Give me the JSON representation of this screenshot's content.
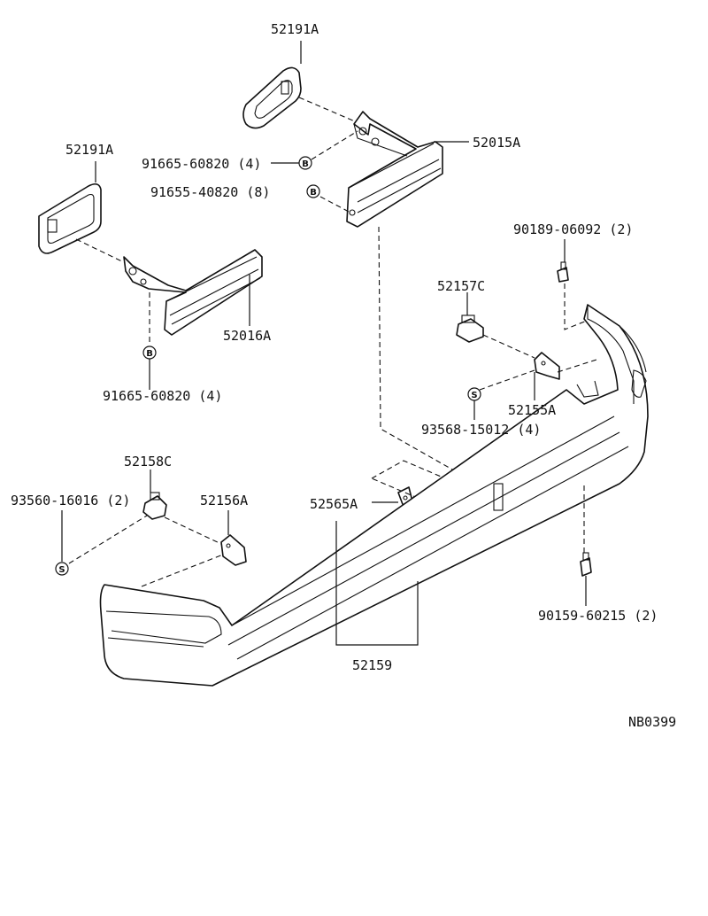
{
  "labels": {
    "pad_top": "52191A",
    "pad_left": "52191A",
    "retainer_right": "52015A",
    "retainer_left": "52016A",
    "bolt_top_a": "91665-60820 (4)",
    "bolt_top_b": "91655-40820 (8)",
    "bolt_left": "91665-60820 (4)",
    "screw_right": "90189-06092 (2)",
    "support_right_clip": "52157C",
    "support_right": "52155A",
    "screw_s_right": "93568-15012 (4)",
    "support_left_clip": "52158C",
    "screw_s_left": "93560-16016 (2)",
    "support_left": "52156A",
    "bracket_center": "52565A",
    "bumper_cover": "52159",
    "screw_bottom": "90159-60215 (2)",
    "diagram_code": "NB0399"
  },
  "symbols": {
    "bolt": "B",
    "screw": "S"
  }
}
